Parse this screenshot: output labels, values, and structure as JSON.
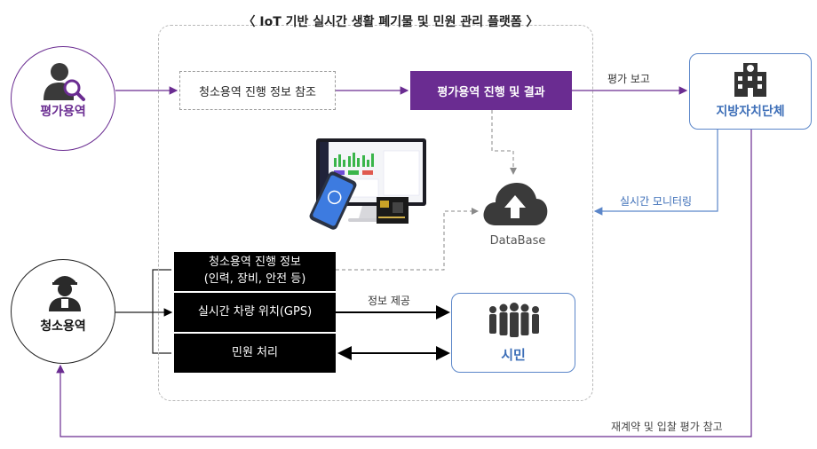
{
  "header": {
    "title": "〈 IoT 기반 실시간 생활 폐기물 및 민원 관리 플랫폼 〉"
  },
  "actors": {
    "evaluation": {
      "label": "평가용역",
      "icon": "inspector-icon"
    },
    "cleaning": {
      "label": "청소용역",
      "icon": "worker-icon"
    },
    "government": {
      "label": "지방자치단체",
      "icon": "building-icon"
    },
    "citizen": {
      "label": "시민",
      "icon": "people-group-icon"
    }
  },
  "boxes": {
    "cleaning_ref": "청소용역 진행 정보 참조",
    "eval_result": "평가용역 진행 및 결과",
    "cleaning_info_line1": "청소용역 진행 정보",
    "cleaning_info_line2": "(인력, 장비, 안전 등)",
    "gps": "실시간 차량 위치(GPS)",
    "complaint": "민원 처리"
  },
  "database": {
    "label": "DataBase",
    "icon": "cloud-upload-icon"
  },
  "edge_labels": {
    "eval_report": "평가 보고",
    "realtime_monitoring": "실시간 모니터링",
    "info_provide": "정보 제공",
    "recontract": "재계약 및 입찰 평가 참고"
  },
  "colors": {
    "purple": "#6a2c91",
    "blue": "#5b86c9",
    "black": "#000000",
    "dash_gray": "#9a9a9a"
  }
}
